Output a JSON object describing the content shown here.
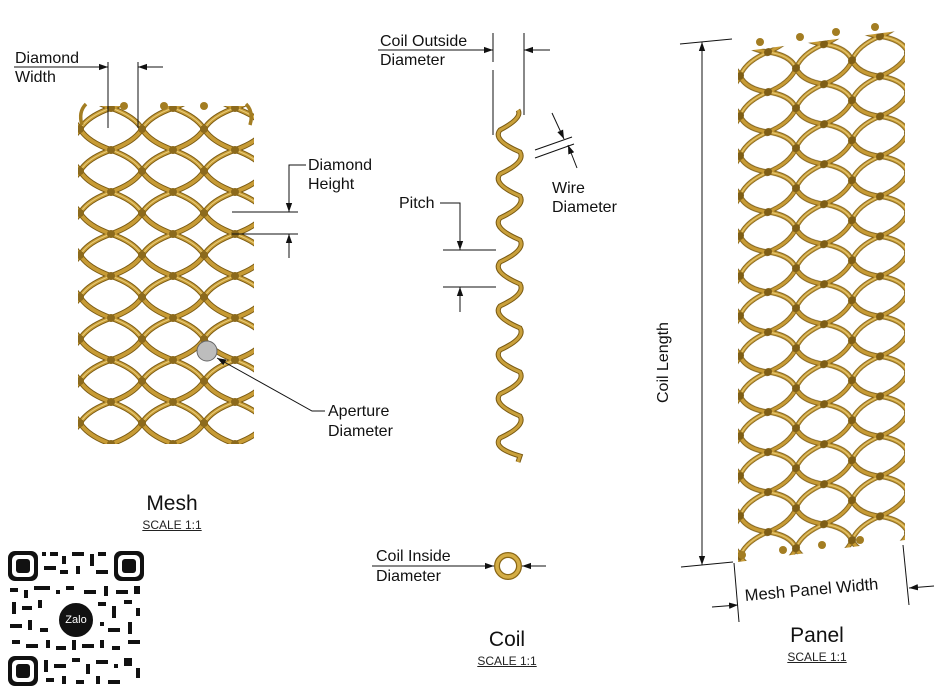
{
  "mesh": {
    "diamond_width": [
      "Diamond",
      "Width"
    ],
    "diamond_height": [
      "Diamond",
      "Height"
    ],
    "aperture_diameter": [
      "Aperture",
      "Diameter"
    ],
    "title": "Mesh",
    "scale": "SCALE 1:1"
  },
  "coil": {
    "outside_diameter": [
      "Coil Outside",
      "Diameter"
    ],
    "wire_diameter": [
      "Wire",
      "Diameter"
    ],
    "pitch": "Pitch",
    "inside_diameter": [
      "Coil Inside",
      "Diameter"
    ],
    "title": "Coil",
    "scale": "SCALE 1:1"
  },
  "panel": {
    "coil_length": "Coil Length",
    "mesh_panel_width": "Mesh Panel Width",
    "title": "Panel",
    "scale": "SCALE 1:1"
  },
  "qr": {
    "logo_text": "Zalo",
    "icon": "qr-code-icon"
  },
  "colors": {
    "wire": "#b8902a",
    "wire_dark": "#7a5a12",
    "wire_light": "#e3c56a",
    "line": "#111111",
    "aperture": "#bdbdbd"
  }
}
